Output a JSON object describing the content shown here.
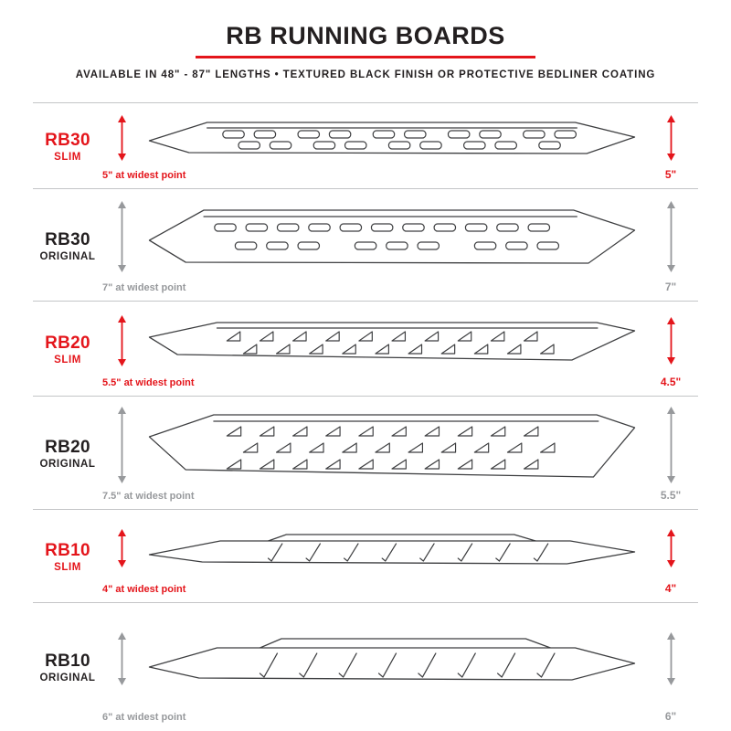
{
  "header": {
    "title": "RB RUNNING BOARDS",
    "subtitle": "AVAILABLE IN 48\" - 87\" LENGTHS   •   TEXTURED BLACK FINISH OR PROTECTIVE BEDLINER COATING"
  },
  "colors": {
    "accent_red": "#e4151b",
    "text_black": "#231f20",
    "muted_gray": "#97999c",
    "divider_gray": "#c4c5c7"
  },
  "rows": [
    {
      "model": "RB30",
      "variant": "SLIM",
      "width_note": "5\" at widest point",
      "height_label": "5\""
    },
    {
      "model": "RB30",
      "variant": "ORIGINAL",
      "width_note": "7\" at widest point",
      "height_label": "7\""
    },
    {
      "model": "RB20",
      "variant": "SLIM",
      "width_note": "5.5\" at widest point",
      "height_label": "4.5\""
    },
    {
      "model": "RB20",
      "variant": "ORIGINAL",
      "width_note": "7.5\" at widest point",
      "height_label": "5.5\""
    },
    {
      "model": "RB10",
      "variant": "SLIM",
      "width_note": "4\" at widest point",
      "height_label": "4\""
    },
    {
      "model": "RB10",
      "variant": "ORIGINAL",
      "width_note": "6\" at widest point",
      "height_label": "6\""
    }
  ]
}
